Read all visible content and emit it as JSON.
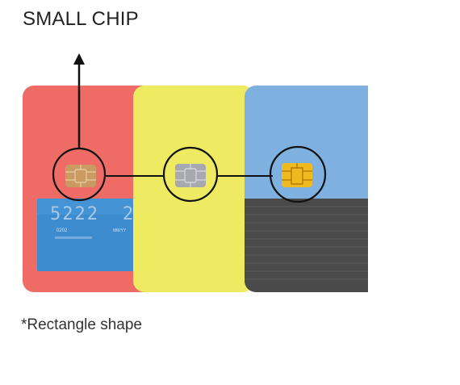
{
  "title": "SMALL CHIP",
  "footnote": "*Rectangle shape",
  "colors": {
    "red_card": "#ee6b66",
    "yellow_card": "#eeea62",
    "blue_top": "#7eb1e0",
    "dark_bottom": "#4a4a4a",
    "inner_bank_card": "#3d8cd0",
    "chip_gold": "#c99a62",
    "chip_silver": "#a8a8b0",
    "chip_yellow": "#f0b91f",
    "line": "#111111"
  },
  "icons": {
    "arrow": "arrow-up-icon",
    "chip": "emv-chip-icon",
    "highlight": "circle-highlight"
  }
}
